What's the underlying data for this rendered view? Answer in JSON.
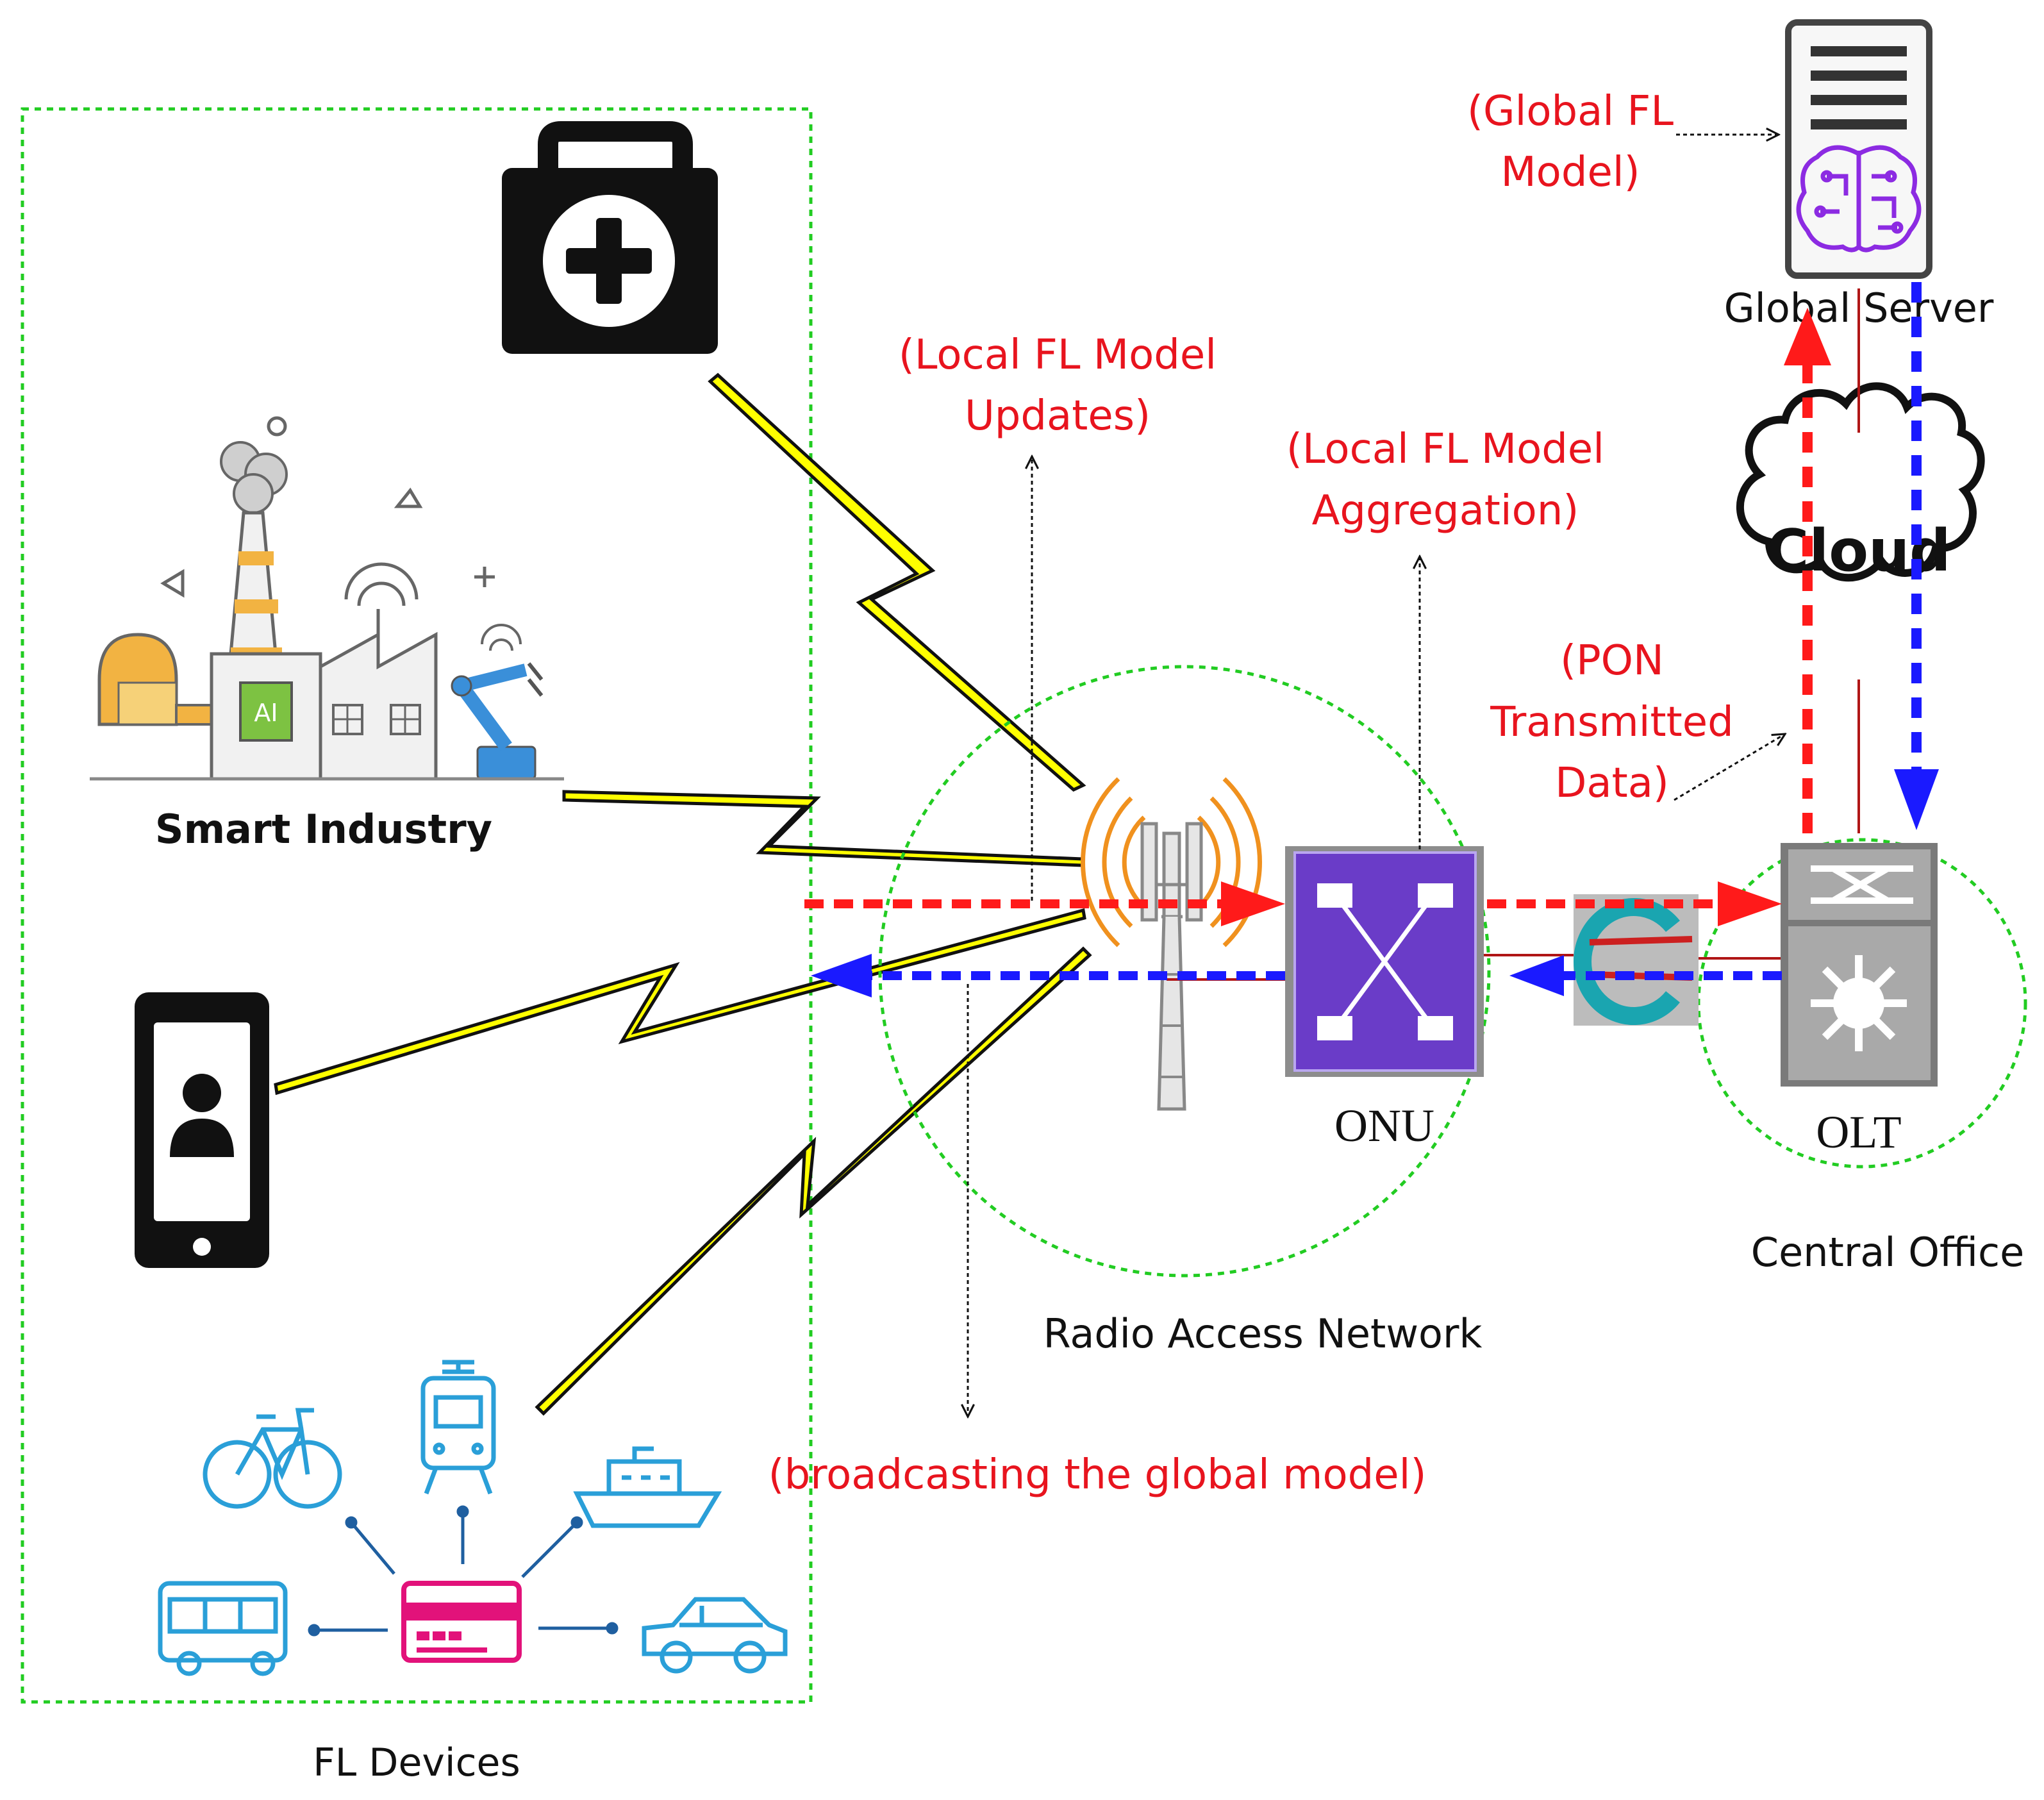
{
  "labels": {
    "global_fl_model_l1": "(Global FL",
    "global_fl_model_l2": "Model)",
    "global_server": "Global Server",
    "local_updates_l1": "(Local FL Model",
    "local_updates_l2": "Updates)",
    "local_aggregation_l1": "(Local FL Model",
    "local_aggregation_l2": "Aggregation)",
    "pon_l1": "(PON",
    "pon_l2": "Transmitted",
    "pon_l3": "Data)",
    "cloud": "Cloud",
    "smart_industry": "Smart Industry",
    "onu": "ONU",
    "olt": "OLT",
    "central_office": "Central Office",
    "ran": "Radio Access Network",
    "broadcast": "(broadcasting the global model)",
    "fl_devices": "FL Devices",
    "ai_chip": "AI"
  },
  "icons": {
    "medical": "medical-kit-icon",
    "factory": "smart-factory-icon",
    "phone": "smartphone-user-icon",
    "transport": "transport-network-icon",
    "tower": "radio-tower-icon",
    "onu": "onu-switch-icon",
    "olt": "olt-switch-icon",
    "coupler": "optical-coupler-icon",
    "server": "server-icon",
    "brain": "ai-brain-icon",
    "cloud": "cloud-icon"
  },
  "colors": {
    "uplink": "#ff1a1a",
    "downlink": "#1a1aff",
    "annotation_text": "#e8141e",
    "region_border": "#22cc22",
    "wireless_link": "#ffff00",
    "onu_fill": "#6a3cc8",
    "transport_icons": "#2a9fd8",
    "card_icon": "#e2127a"
  }
}
